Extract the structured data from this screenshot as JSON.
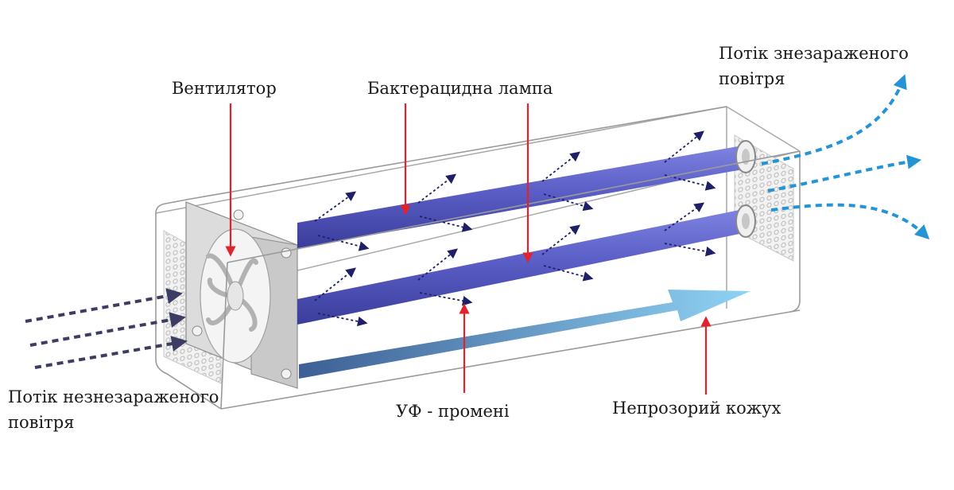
{
  "labels": {
    "fan": "Вентилятор",
    "lamp": "Бактерацидна лампа",
    "outflow_line1": "Потік знезараженого",
    "outflow_line2": "повітря",
    "inflow_line1": "Потік незнезараженого",
    "inflow_line2": "повітря",
    "uv_rays": "УФ - промені",
    "housing": "Непрозорий кожух"
  },
  "colors": {
    "pointer_red": "#e0232c",
    "lamp_blue": "#5a5ec6",
    "uv_arrow_navy": "#1e1f66",
    "inflow_arrow": "#3d3d63",
    "outflow_arrow": "#2494d6",
    "airflow_gradient_start": "#3d5f95",
    "airflow_gradient_end": "#8fd3f4",
    "housing_outline": "#9a9a9a"
  },
  "icons": [
    "fan-icon",
    "uv-lamp-icon",
    "grille-icon",
    "airflow-arrow-icon"
  ]
}
